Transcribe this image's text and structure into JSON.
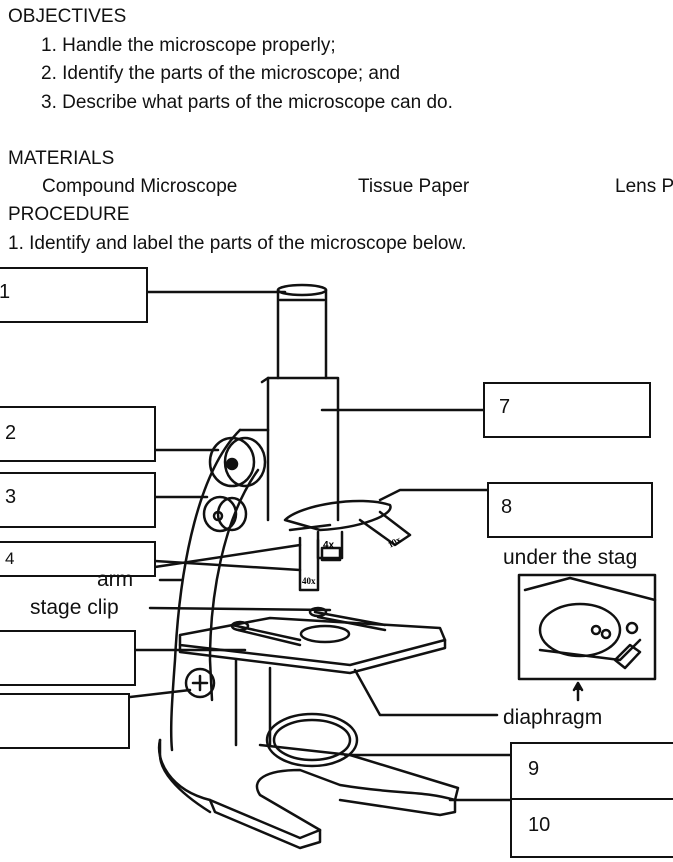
{
  "objectives": {
    "heading": "OBJECTIVES",
    "items": [
      "1.  Handle the microscope properly;",
      "2.  Identify the parts of the microscope; and",
      "3.  Describe what parts of the microscope can do."
    ]
  },
  "materials": {
    "heading": "MATERIALS",
    "items": [
      "Compound Microscope",
      "Tissue Paper",
      "Lens P"
    ]
  },
  "procedure": {
    "heading": "PROCEDURE",
    "step1": "1.  Identify and label the parts of the microscope below."
  },
  "label_boxes": [
    "1",
    "2",
    "3",
    "4",
    "",
    "",
    "7",
    "8",
    "9",
    "10"
  ],
  "diagram_labels": {
    "arm": "arm",
    "stage_clip": "stage clip",
    "under_stage": "under the stag",
    "diaphragm": "diaphragm",
    "obj_4x": "4x",
    "obj_10x": "10x",
    "obj_40x": "40x"
  }
}
